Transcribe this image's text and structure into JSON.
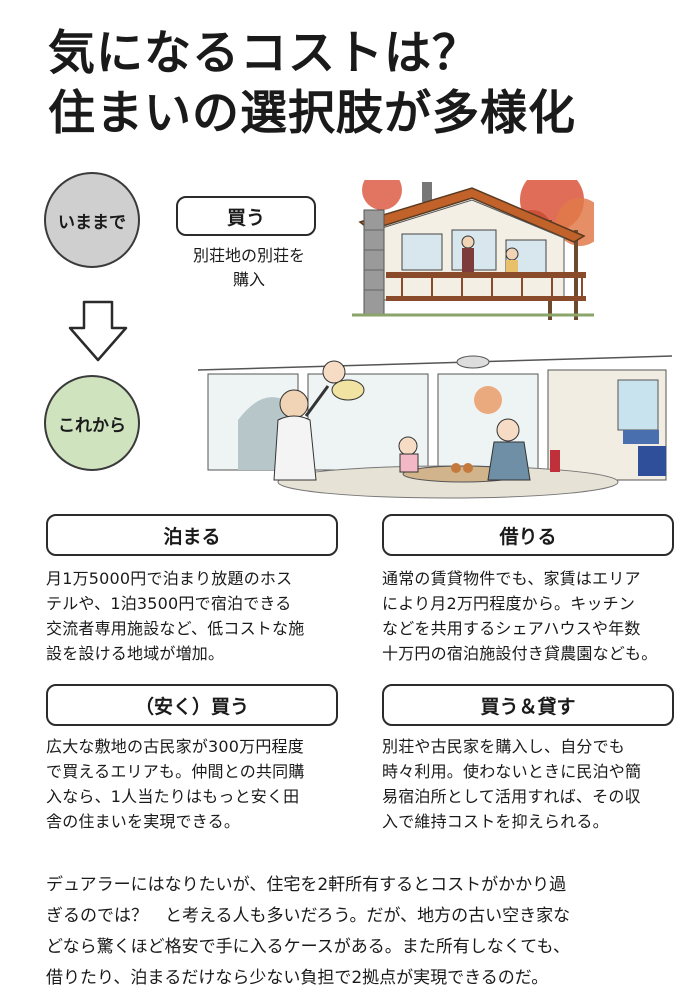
{
  "title": {
    "line1": "気になるコストは？",
    "line2": "住まいの選択肢が多様化"
  },
  "timeline": {
    "now_label": "いままで",
    "future_label": "これから",
    "arrow_icon": "down-arrow-icon"
  },
  "buy_box": {
    "label": "買う",
    "desc_line1": "別荘地の別荘を",
    "desc_line2": "購入"
  },
  "sections": [
    {
      "label": "泊まる",
      "lines": [
        "月1万5000円で泊まり放題のホス",
        "テルや、1泊3500円で宿泊できる",
        "交流者専用施設など、低コストな施",
        "設を設ける地域が増加。"
      ]
    },
    {
      "label": "借りる",
      "lines": [
        "通常の賃貸物件でも、家賃はエリア",
        "により月2万円程度から。キッチン",
        "などを共用するシェアハウスや年数",
        "十万円の宿泊施設付き貸農園なども。"
      ]
    },
    {
      "label": "（安く）買う",
      "lines": [
        "広大な敷地の古民家が300万円程度",
        "で買えるエリアも。仲間との共同購",
        "入なら、1人当たりはもっと安く田",
        "舎の住まいを実現できる。"
      ]
    },
    {
      "label": "買う＆貸す",
      "lines": [
        "別荘や古民家を購入し、自分でも",
        "時々利用。使わないときに民泊や簡",
        "易宿泊所として活用すれば、その収",
        "入で維持コストを抑えられる。"
      ]
    }
  ],
  "bottom_text": [
    "デュアラーにはなりたいが、住宅を2軒所有するとコストがかかり過",
    "ぎるのでは？　と考える人も多いだろう。だが、地方の古い空き家な",
    "どなら驚くほど格安で手に入るケースがある。また所有しなくても、",
    "借りたり、泊まるだけなら少ない負担で2拠点が実現できるのだ。"
  ],
  "colors": {
    "now_circle": "#cfcfcf",
    "future_circle": "#cfe3bf",
    "autumn_tree": "#d9533b",
    "roof": "#c0622a"
  }
}
